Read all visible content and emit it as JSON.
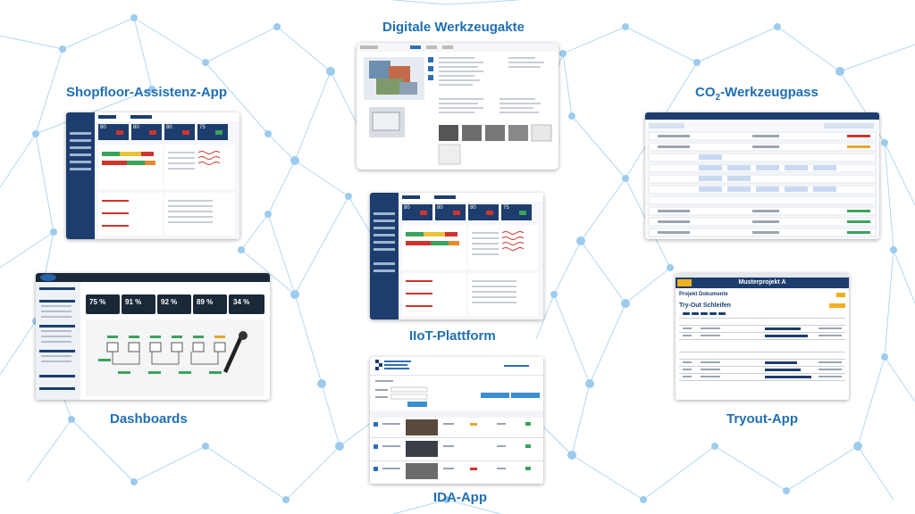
{
  "labels": {
    "digitale_werkzeugakte": "Digitale Werkzeugakte",
    "shopfloor": "Shopfloor-Assistenz-App",
    "co2_main": "CO",
    "co2_sub": "2",
    "co2_rest": "-Werkzeugpass",
    "iiot": "IIoT-Plattform",
    "dashboards": "Dashboards",
    "tryout": "Tryout-App",
    "ida": "IDA-App"
  },
  "kpis": {
    "dash_1": "75 %",
    "dash_2": "91 %",
    "dash_3": "92 %",
    "dash_4": "89 %",
    "dash_5": "34 %",
    "sf_1": "80",
    "sf_2": "80",
    "sf_3": "80",
    "sf_4": "75",
    "iiot_1": "80",
    "iiot_2": "80",
    "iiot_3": "80",
    "iiot_4": "75"
  },
  "tryout": {
    "project": "Musterprojekt A",
    "documents": "Projekt Dokumente",
    "loops": "Try-Out Schleifen"
  },
  "colors": {
    "label_blue": "#1f6fb2",
    "network_line": "#a8d4f0",
    "network_node": "#9ccbee",
    "sidebar_navy": "#1c3d6e",
    "dash_dark": "#1b2838",
    "tryout_yellow": "#f2b01e"
  }
}
